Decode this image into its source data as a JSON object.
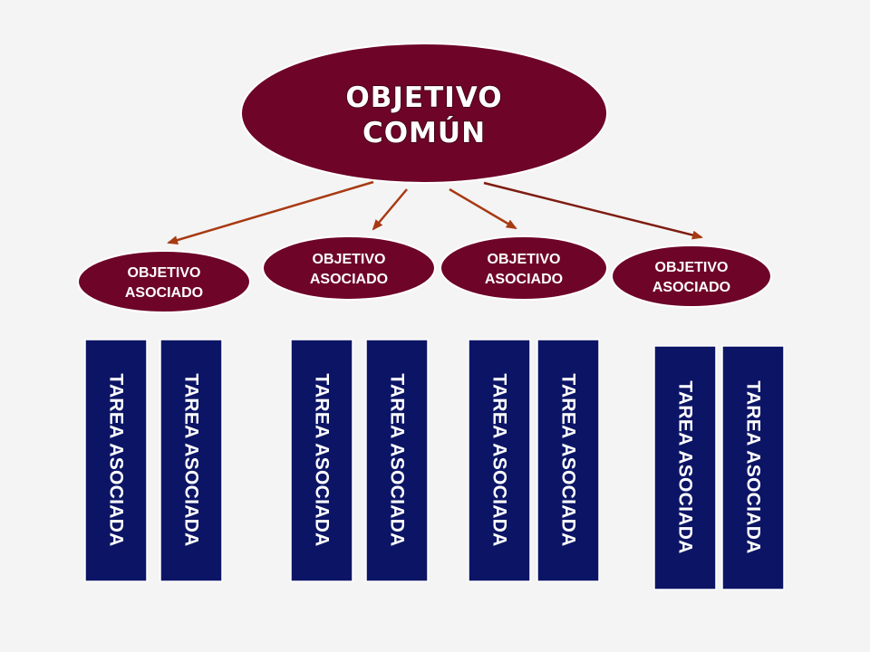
{
  "main": {
    "line1": "OBJETIVO",
    "line2": "COMÚN"
  },
  "objectives": [
    {
      "line1": "OBJETIVO",
      "line2": "ASOCIADO"
    },
    {
      "line1": "OBJETIVO",
      "line2": "ASOCIADO"
    },
    {
      "line1": "OBJETIVO",
      "line2": "ASOCIADO"
    },
    {
      "line1": "OBJETIVO",
      "line2": "ASOCIADO"
    }
  ],
  "tasks": [
    "TAREA ASOCIADA",
    "TAREA ASOCIADA",
    "TAREA ASOCIADA",
    "TAREA ASOCIADA",
    "TAREA ASOCIADA",
    "TAREA ASOCIADA",
    "TAREA ASOCIADA",
    "TAREA ASOCIADA"
  ],
  "colors": {
    "ellipse_fill": "#6e0428",
    "ellipse_stroke": "#ffffff",
    "task_fill": "#0c1565",
    "arrow": "#a83a12",
    "background": "#f4f4f4"
  }
}
